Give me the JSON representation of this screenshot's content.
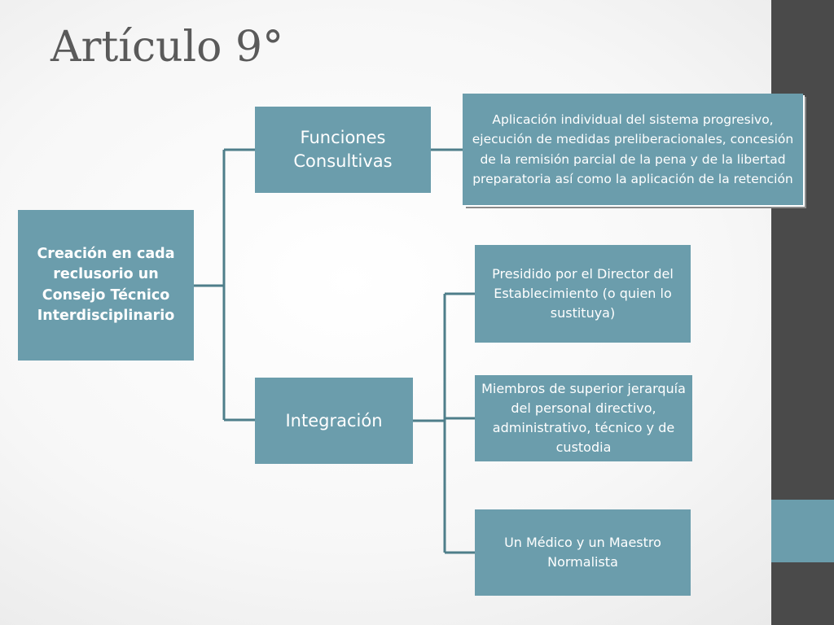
{
  "slide": {
    "title": "Artículo 9°"
  },
  "diagram": {
    "root": "Creación en cada reclusorio un Consejo Técnico Interdisciplinario",
    "branches": [
      {
        "label": "Funciones Consultivas",
        "children": [
          "Aplicación individual del sistema progresivo, ejecución de medidas preliberacionales, concesión de la remisión parcial de la pena y de la libertad preparatoria así como la aplicación de la retención"
        ]
      },
      {
        "label": "Integración",
        "children": [
          "Presidido por el Director del Establecimiento (o quien lo sustituya)",
          "Miembros de superior jerarquía del personal directivo, administrativo, técnico y de custodia",
          "Un Médico y un Maestro Normalista"
        ]
      }
    ]
  },
  "colors": {
    "node_fill": "#6b9dac",
    "node_text": "#ffffff",
    "connector": "#4e7e8a",
    "side_bar": "#4a4a4a",
    "title_text": "#5a5a5a"
  }
}
